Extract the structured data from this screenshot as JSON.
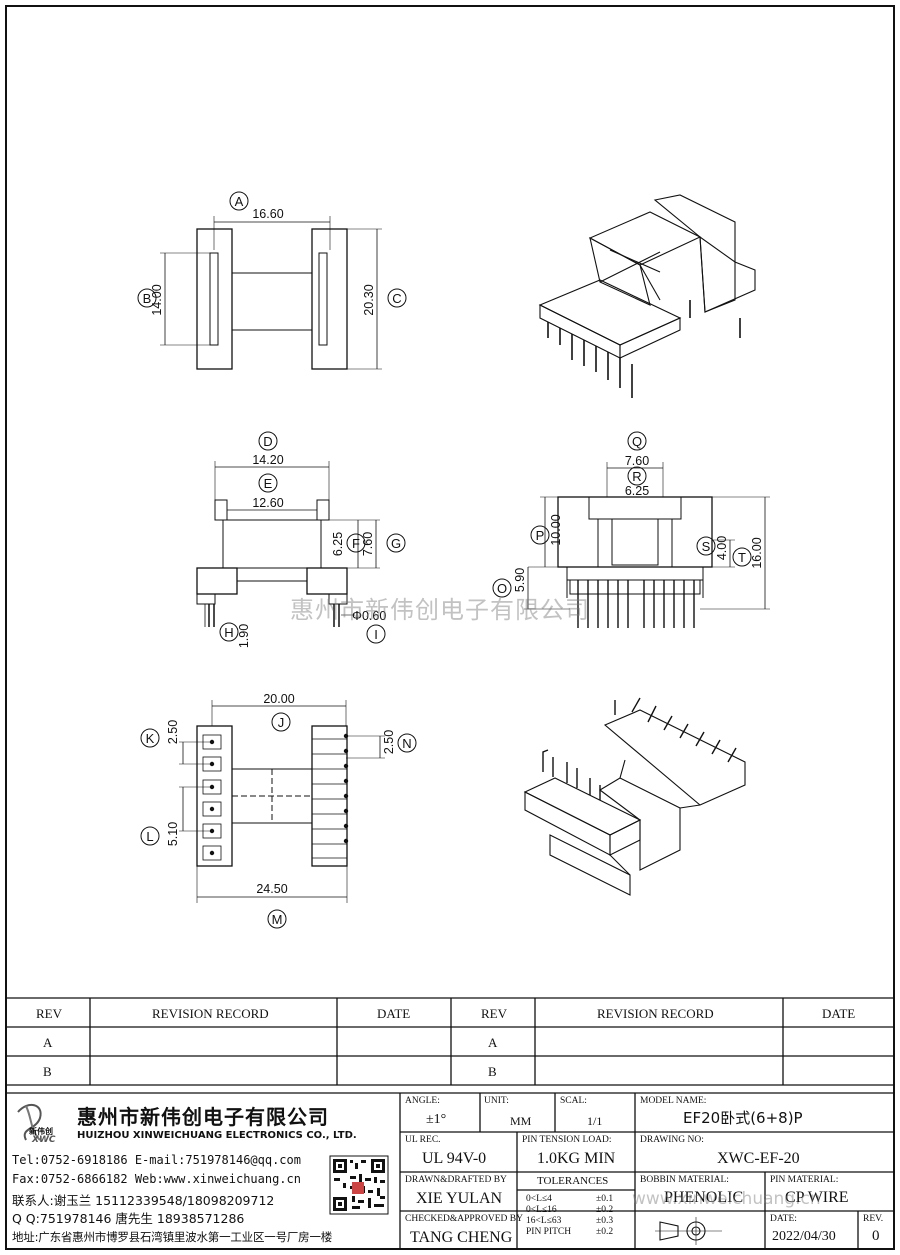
{
  "views": {
    "top": {
      "bubble_a": "A",
      "dim_a": "16.60",
      "bubble_b": "B",
      "dim_b": "14.00",
      "bubble_c": "C",
      "dim_c": "20.30"
    },
    "front": {
      "bubble_d": "D",
      "dim_d": "14.20",
      "bubble_e": "E",
      "dim_e": "12.60",
      "bubble_f": "F",
      "dim_f": "6.25",
      "bubble_g": "G",
      "dim_g": "7.60",
      "bubble_h": "H",
      "dim_h": "1.90",
      "bubble_i": "I",
      "dim_i": "Φ0.60"
    },
    "side": {
      "bubble_q": "Q",
      "dim_q": "7.60",
      "bubble_r": "R",
      "dim_r": "6.25",
      "bubble_p": "P",
      "dim_p": "10.00",
      "bubble_o": "O",
      "dim_o": "5.90",
      "bubble_s": "S",
      "dim_s": "4.00",
      "bubble_t": "T",
      "dim_t": "16.00"
    },
    "bottom": {
      "bubble_j": "J",
      "dim_j": "20.00",
      "bubble_k": "K",
      "dim_k": "2.50",
      "bubble_n": "N",
      "dim_n": "2.50",
      "bubble_l": "L",
      "dim_l": "5.10",
      "bubble_m": "M",
      "dim_m": "24.50"
    }
  },
  "watermark": {
    "cn": "惠州市新伟创电子有限公司",
    "web": "www.xinweichuang.cn"
  },
  "revision_table": {
    "headers": [
      "REV",
      "REVISION RECORD",
      "DATE",
      "REV",
      "REVISION RECORD",
      "DATE"
    ],
    "rows": [
      [
        "A",
        "",
        "",
        "A",
        "",
        ""
      ],
      [
        "B",
        "",
        "",
        "B",
        "",
        ""
      ]
    ]
  },
  "company": {
    "logo_cn": "新伟创",
    "logo_en": "XWC",
    "name_cn": "惠州市新伟创电子有限公司",
    "name_en": "HUIZHOU XINWEICHUANG ELECTRONICS CO., LTD.",
    "tel_line": "Tel:0752-6918186 E-mail:751978146@qq.com",
    "fax_line": "Fax:0752-6866182 Web:www.xinweichuang.cn",
    "contact_line": "联系人:谢玉兰 15112339548/18098209712",
    "qq_line": "Q Q:751978146     唐先生 18938571286",
    "address_line": "地址:广东省惠州市博罗县石湾镇里波水第一工业区一号厂房一楼"
  },
  "title_block": {
    "angle_label": "ANGLE:",
    "angle_value": "±1°",
    "unit_label": "UNIT:",
    "unit_value": "MM",
    "scale_label": "SCAL:",
    "scale_value": "1/1",
    "model_label": "MODEL NAME:",
    "model_value": "EF20卧式(6+8)P",
    "ul_label": "UL REC.",
    "ul_value": "UL 94V-0",
    "tension_label": "PIN TENSION LOAD:",
    "tension_value": "1.0KG MIN",
    "drawing_label": "DRAWING NO:",
    "drawing_value": "XWC-EF-20",
    "drawn_label": "DRAWN&DRAFTED BY",
    "drawn_value": "XIE YULAN",
    "tol_label": "TOLERANCES",
    "tol_rows": [
      [
        "0<L≤4",
        "±0.1"
      ],
      [
        "0<L≤16",
        "±0.2"
      ],
      [
        "16<L≤63",
        "±0.3"
      ],
      [
        "PIN PITCH",
        "±0.2"
      ]
    ],
    "bobbin_label": "BOBBIN MATERIAL:",
    "bobbin_value": "PHENOLIC",
    "pin_label": "PIN MATERIAL:",
    "pin_value": "CP WIRE",
    "checked_label": "CHECKED&APPROVED BY",
    "checked_value": "TANG CHENG",
    "date_label": "DATE:",
    "date_value": "2022/04/30",
    "rev_label": "REV.",
    "rev_value": "0"
  }
}
